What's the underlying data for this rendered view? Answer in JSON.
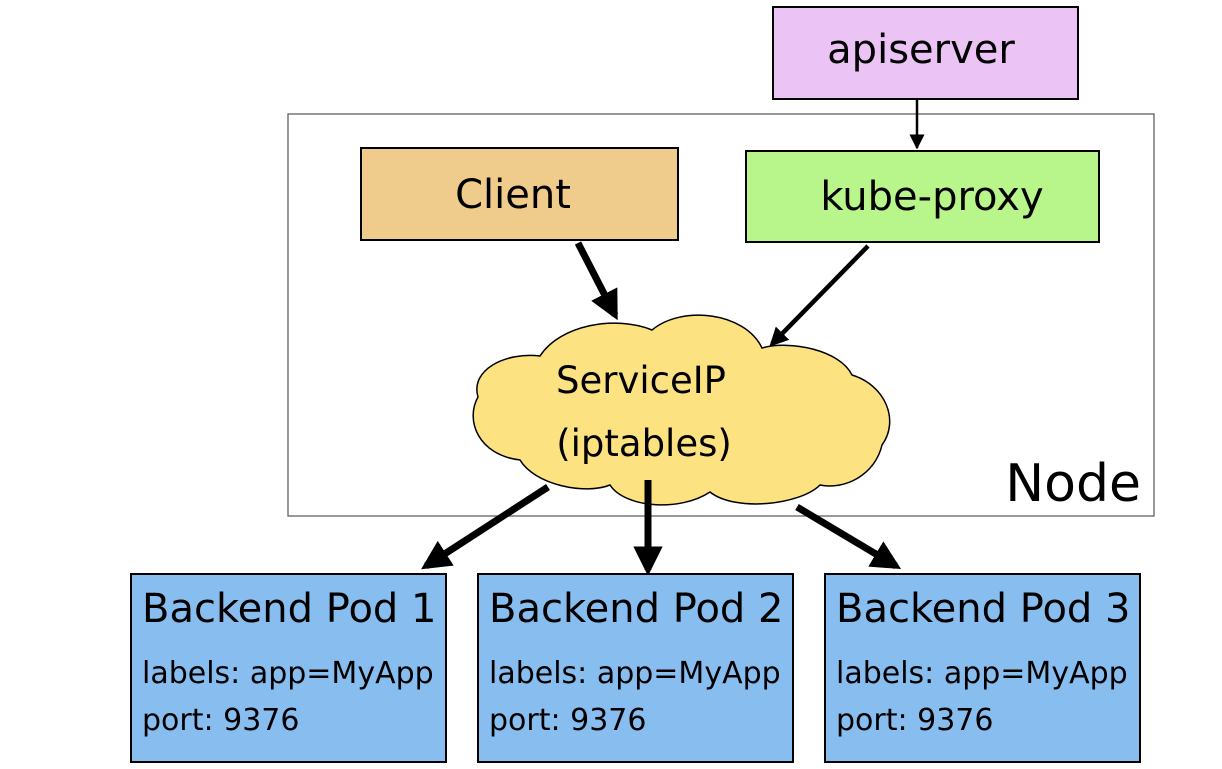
{
  "apiserver": {
    "label": "apiserver",
    "color": "#ebc3f5"
  },
  "node": {
    "label": "Node"
  },
  "client": {
    "label": "Client",
    "color": "#f0cc8c"
  },
  "kube_proxy": {
    "label": "kube-proxy",
    "color": "#b8f58a"
  },
  "service": {
    "line1": "ServiceIP",
    "line2": "(iptables)",
    "color": "#fde281"
  },
  "pods": [
    {
      "title": "Backend Pod 1",
      "labels": "labels: app=MyApp",
      "port": "port: 9376"
    },
    {
      "title": "Backend Pod 2",
      "labels": "labels: app=MyApp",
      "port": "port: 9376"
    },
    {
      "title": "Backend Pod 3",
      "labels": "labels: app=MyApp",
      "port": "port: 9376"
    }
  ],
  "pod_color": "#88bdf0",
  "arrow_color": "#000000"
}
